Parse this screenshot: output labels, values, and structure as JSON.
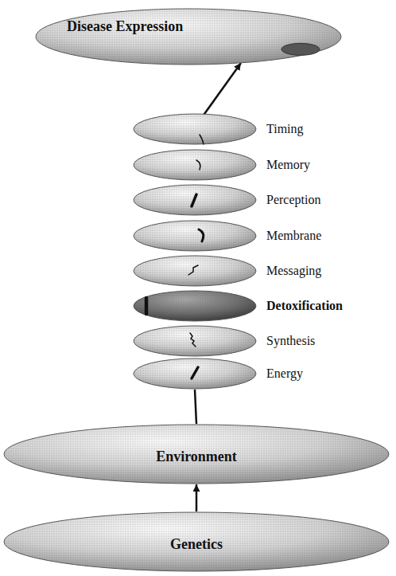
{
  "diagram": {
    "nodes": [
      {
        "text": [
          "Disease Expression"
        ]
      },
      {
        "text": [
          "Timing"
        ]
      },
      {
        "text": [
          "Memory"
        ]
      },
      {
        "text": [
          "Perception"
        ]
      },
      {
        "text": [
          "Membrane"
        ]
      },
      {
        "text": [
          "Messaging"
        ]
      },
      {
        "text": [
          "Detoxification"
        ]
      },
      {
        "text": [
          "Synthesis"
        ]
      },
      {
        "text": [
          "Energy"
        ]
      },
      {
        "text": [
          "Environment"
        ]
      },
      {
        "text": [
          "Genetics"
        ]
      }
    ],
    "edges": [
      {
        "from": 1,
        "to": 0,
        "arrow": "to"
      },
      {
        "from": 9,
        "to": 8,
        "arrow": "none"
      },
      {
        "from": 10,
        "to": 9,
        "arrow": "to"
      }
    ]
  }
}
